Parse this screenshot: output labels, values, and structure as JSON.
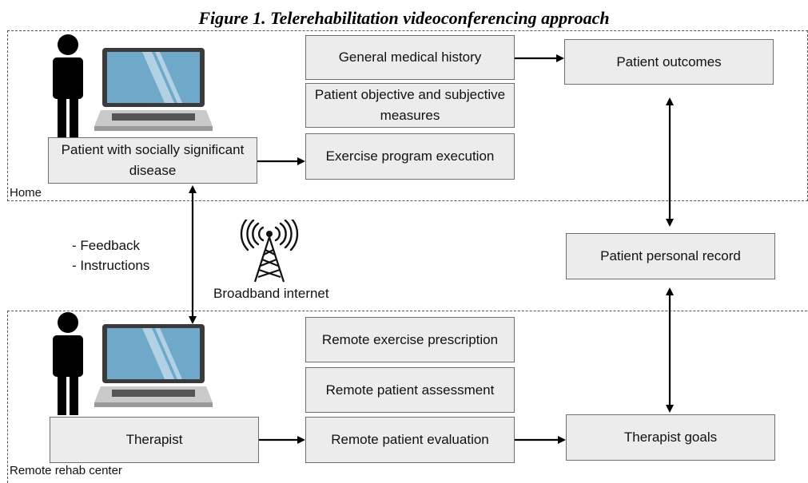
{
  "figure_title": "Figure 1. Telerehabilitation videoconferencing approach",
  "zones": {
    "home": "Home",
    "remote": "Remote rehab center"
  },
  "boxes": {
    "patient": "Patient with socially significant disease",
    "general_history": "General medical history",
    "objective_measures": "Patient objective and subjective measures",
    "exercise_execution": "Exercise program execution",
    "patient_outcomes": "Patient outcomes",
    "personal_record": "Patient personal record",
    "therapist": "Therapist",
    "remote_prescription": "Remote exercise prescription",
    "remote_assessment": "Remote patient assessment",
    "remote_evaluation": "Remote patient evaluation",
    "therapist_goals": "Therapist goals"
  },
  "connection": {
    "feedback": "- Feedback",
    "instructions": "- Instructions",
    "internet": "Broadband internet"
  },
  "icons": [
    "person-icon",
    "laptop-icon",
    "antenna-tower-icon"
  ],
  "colors": {
    "box_fill": "#ececec",
    "box_border": "#6f6f6f",
    "screen": "#6fa8c8"
  }
}
